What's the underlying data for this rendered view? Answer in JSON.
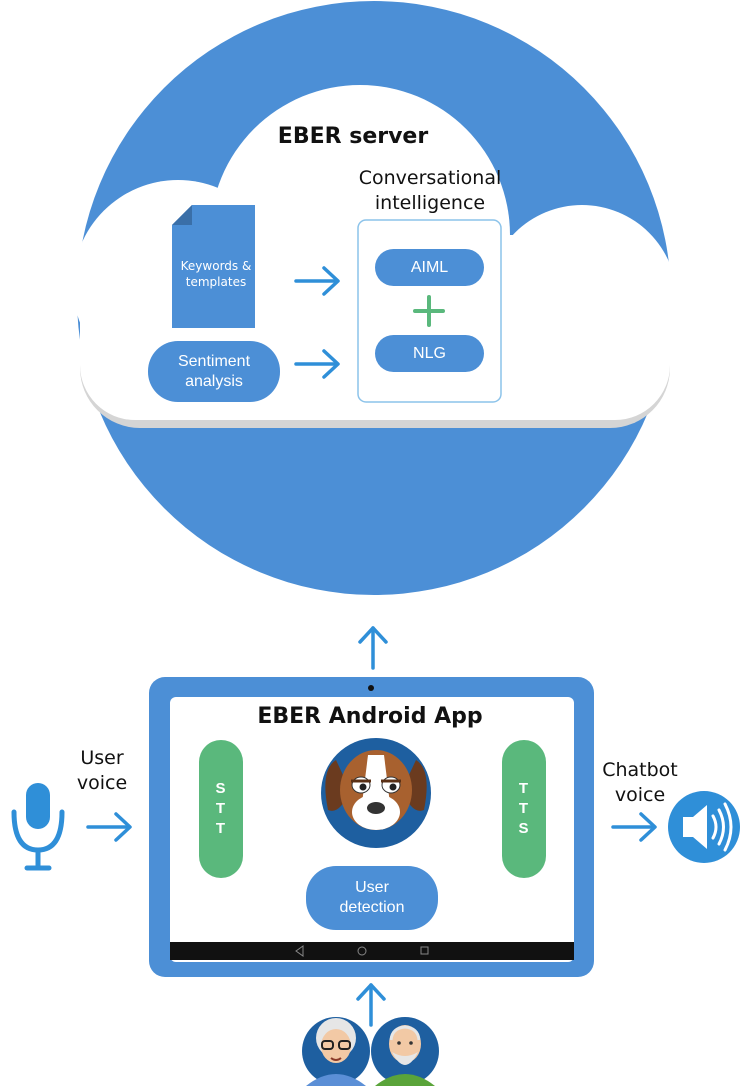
{
  "server": {
    "title": "EBER server",
    "conv_title_1": "Conversational",
    "conv_title_2": "intelligence",
    "doc_label_1": "Keywords &",
    "doc_label_2": "templates",
    "sentiment_1": "Sentiment",
    "sentiment_2": "analysis",
    "aiml": "AIML",
    "plus": "+",
    "nlg": "NLG"
  },
  "app": {
    "title": "EBER Android App",
    "stt": [
      "S",
      "T",
      "T"
    ],
    "tts": [
      "T",
      "T",
      "S"
    ],
    "user_detection_1": "User",
    "user_detection_2": "detection"
  },
  "left": {
    "line1": "User",
    "line2": "voice"
  },
  "right": {
    "line1": "Chatbot",
    "line2": "voice"
  },
  "colors": {
    "primary_blue": "#4c8fd6",
    "arrow_blue": "#2f8fd8",
    "green": "#5ab87c",
    "nav_bar": "#111111"
  }
}
